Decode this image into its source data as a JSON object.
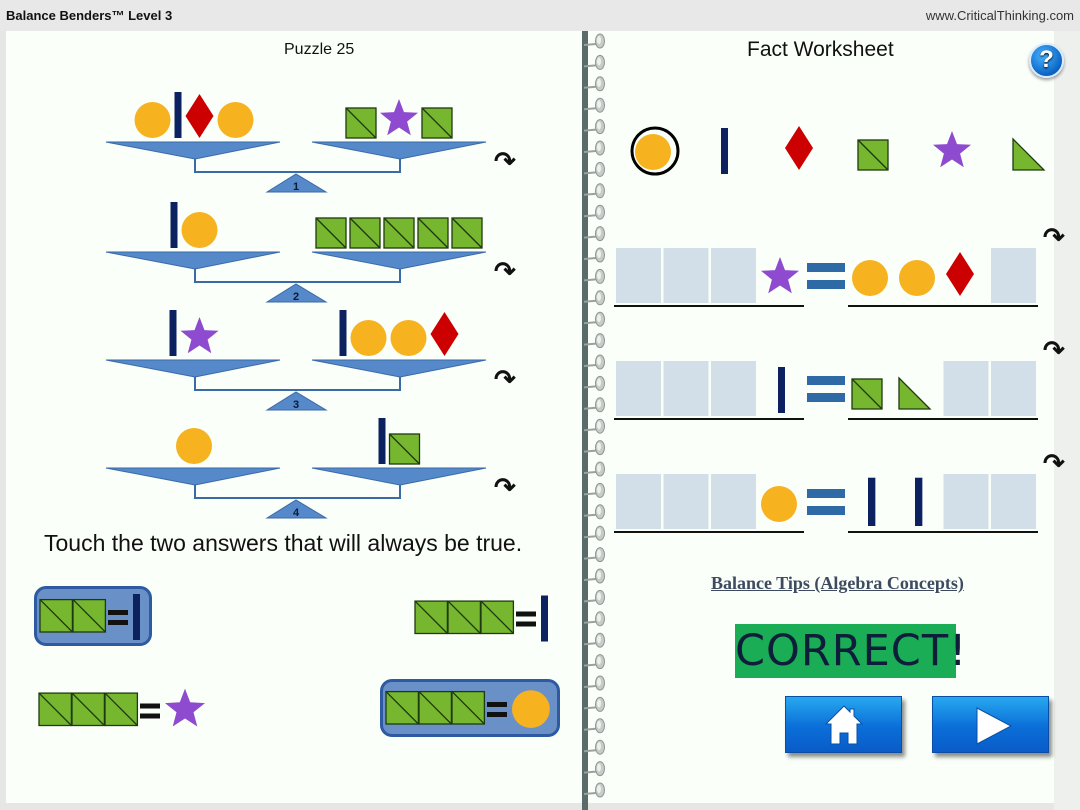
{
  "app": {
    "title": "Balance Benders™ Level 3",
    "site": "www.CriticalThinking.com"
  },
  "puzzle": {
    "title": "Puzzle 25",
    "instruction": "Touch the two answers that will always be true.",
    "scales": [
      {
        "number": "1",
        "left": [
          "circle",
          "bar",
          "diamond",
          "circle"
        ],
        "right": [
          "square",
          "star",
          "square"
        ]
      },
      {
        "number": "2",
        "left": [
          "bar",
          "circle"
        ],
        "right": [
          "square",
          "square",
          "square",
          "square",
          "square"
        ]
      },
      {
        "number": "3",
        "left": [
          "bar",
          "star"
        ],
        "right": [
          "bar",
          "circle",
          "circle",
          "diamond"
        ]
      },
      {
        "number": "4",
        "left": [
          "circle"
        ],
        "right": [
          "bar",
          "square"
        ]
      }
    ],
    "answers": [
      {
        "left": [
          "square",
          "square"
        ],
        "right": "bar",
        "selected": true
      },
      {
        "left": [
          "square",
          "square",
          "square"
        ],
        "right": "bar",
        "selected": false
      },
      {
        "left": [
          "square",
          "square",
          "square"
        ],
        "right": "star",
        "selected": false
      },
      {
        "left": [
          "square",
          "square",
          "square"
        ],
        "right": "circle",
        "selected": true
      }
    ]
  },
  "worksheet": {
    "title": "Fact Worksheet",
    "help_label": "?",
    "palette": [
      "circle",
      "bar",
      "diamond",
      "square",
      "star",
      "triangle"
    ],
    "palette_selected": "circle",
    "facts": [
      {
        "left": [
          "star"
        ],
        "right": [
          "circle",
          "circle",
          "diamond"
        ]
      },
      {
        "left": [
          "bar"
        ],
        "right": [
          "square",
          "triangle"
        ]
      },
      {
        "left": [
          "circle"
        ],
        "right": [
          "bar",
          "bar"
        ]
      }
    ],
    "tips_link": "Balance Tips (Algebra Concepts)",
    "result": "CORRECT!"
  },
  "icons": {
    "undo": "undo-icon",
    "home": "home-icon",
    "next": "play-icon",
    "help": "question-icon"
  },
  "colors": {
    "circle": "#f6b21f",
    "bar": "#0c2260",
    "diamond": "#cc0000",
    "square": "#77b72f",
    "star": "#8e4bd0",
    "scale": "#5589c9",
    "correct_bg": "#1aad55",
    "empty_slot": "#d2dfe8",
    "equals": "#2e6aa5"
  }
}
